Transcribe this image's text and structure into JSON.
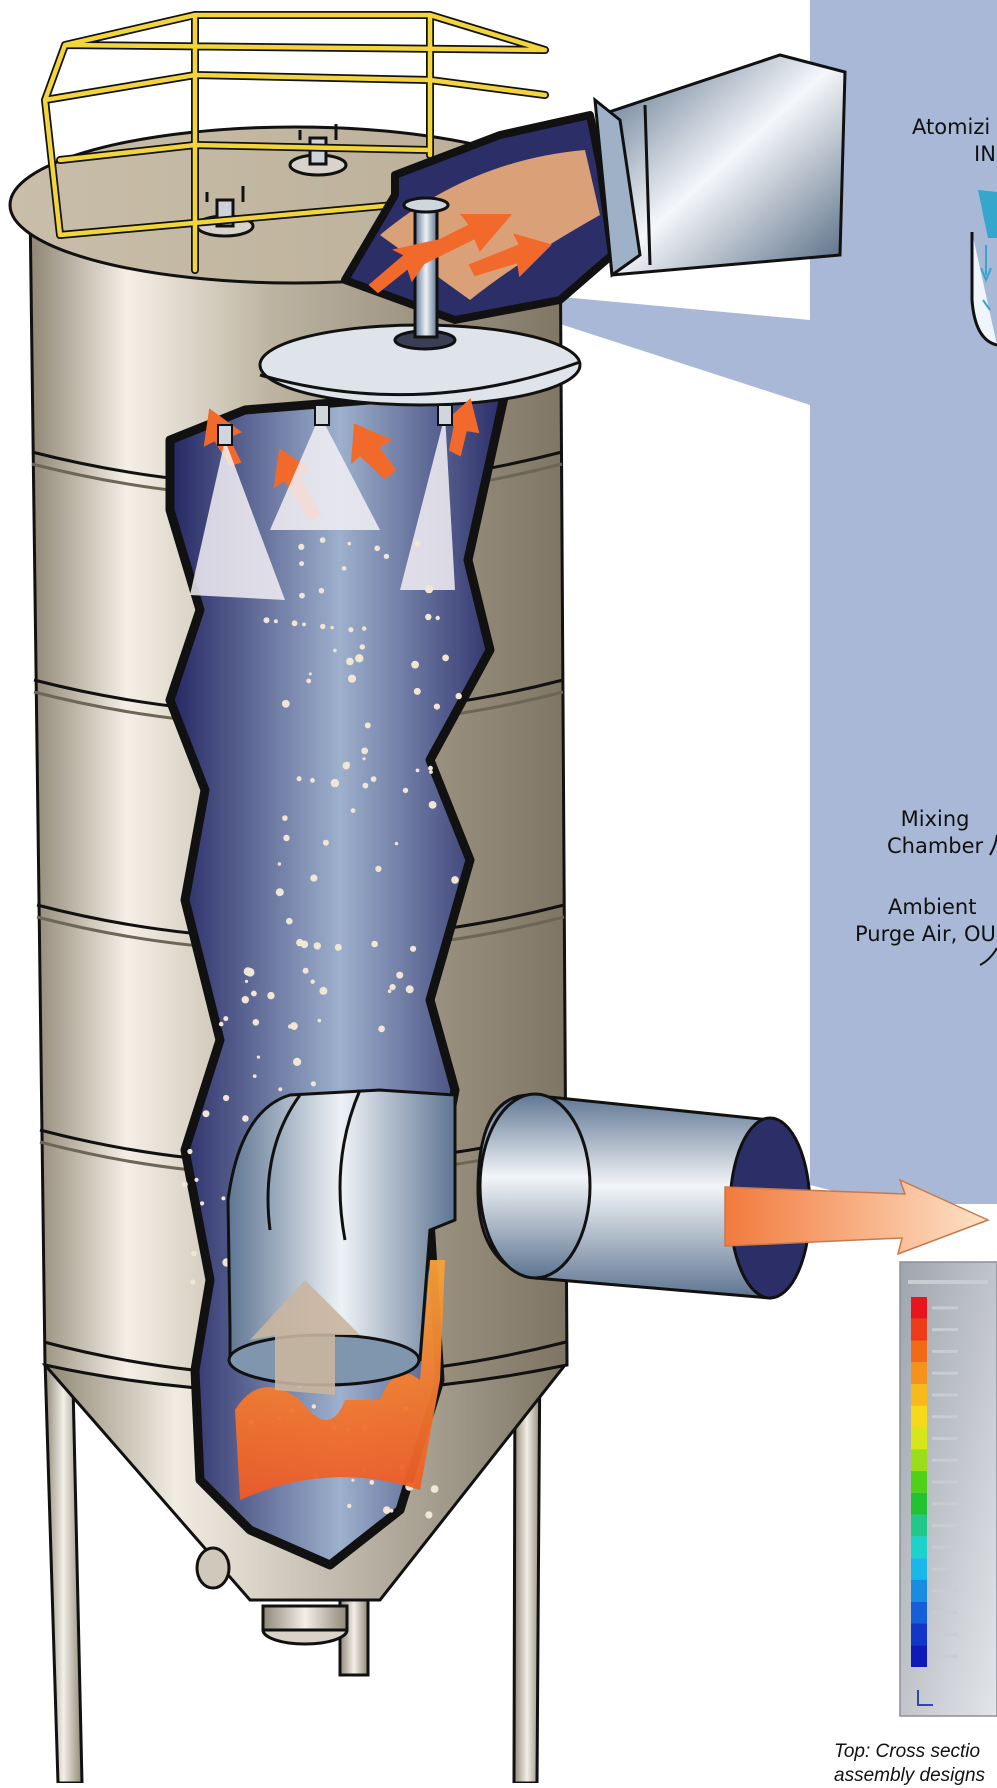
{
  "labels": {
    "atomizing_line1": "Atomizi",
    "atomizing_line2": "IN",
    "mixing_line1": "Mixing",
    "mixing_line2": "Chamber",
    "ambient_line1": "Ambient",
    "ambient_line2": "Purge Air, OU"
  },
  "caption": {
    "line1": "Top: Cross sectio",
    "line2": "assembly designs"
  },
  "colors": {
    "panel": "#a8b8d6",
    "tank": "#b3a997",
    "tank_dark": "#8b8272",
    "interior": "#2c2e68",
    "flame": "#f26a2b",
    "railing": "#f2d53c",
    "duct": "#7d94ad"
  },
  "simulation_legend": {
    "swatch_colors": [
      "#e8161c",
      "#ee3b18",
      "#f26a16",
      "#f5921a",
      "#f8b91a",
      "#f5d91a",
      "#d6e61a",
      "#9bdd1a",
      "#4fd11a",
      "#22c230",
      "#22c88a",
      "#1ed2cc",
      "#19b8e8",
      "#188ce0",
      "#1560d8",
      "#1236c8",
      "#0f1ab8"
    ]
  }
}
